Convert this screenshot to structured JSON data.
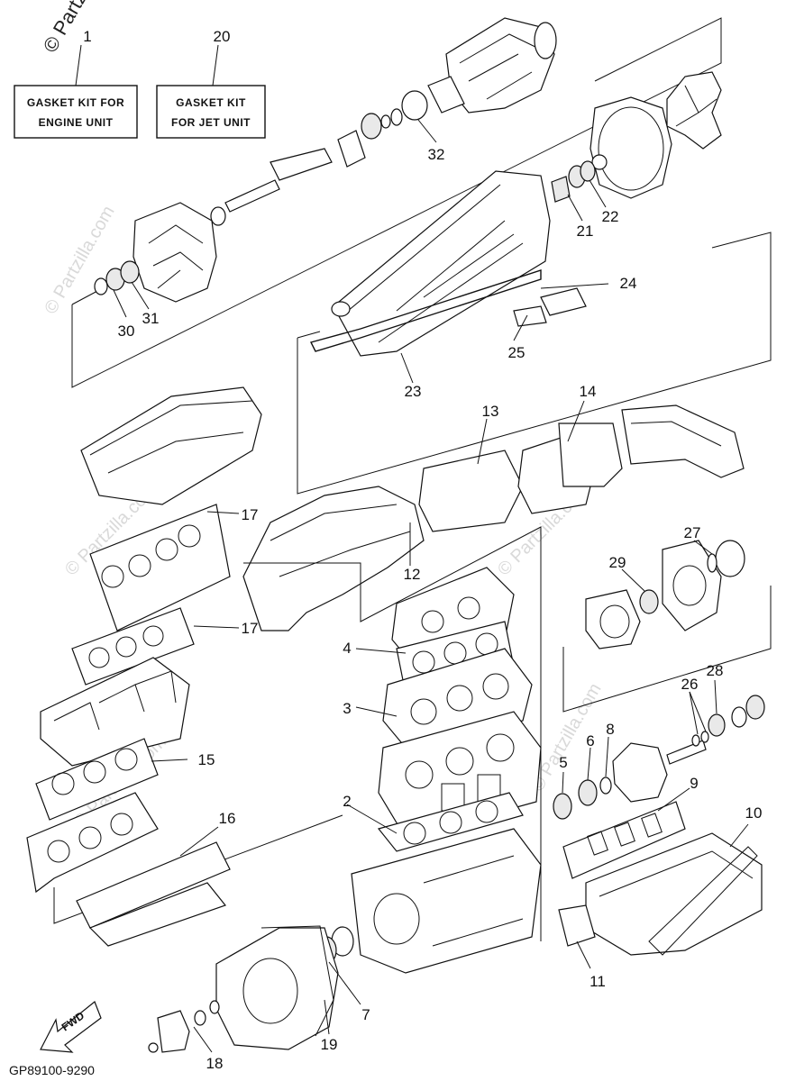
{
  "watermark": "© Partzilla.com",
  "diagram_code": "GP89100-9290",
  "fwd_label": "FWD",
  "kit_boxes": [
    {
      "number": "1",
      "line1": "GASKET KIT FOR",
      "line2": "ENGINE UNIT"
    },
    {
      "number": "20",
      "line1": "GASKET KIT",
      "line2": "FOR JET UNIT"
    }
  ],
  "callouts": [
    "2",
    "3",
    "4",
    "5",
    "6",
    "7",
    "8",
    "9",
    "10",
    "11",
    "12",
    "13",
    "14",
    "15",
    "16",
    "17",
    "17",
    "18",
    "19",
    "21",
    "22",
    "23",
    "24",
    "25",
    "26",
    "27",
    "28",
    "29",
    "30",
    "31",
    "32"
  ]
}
